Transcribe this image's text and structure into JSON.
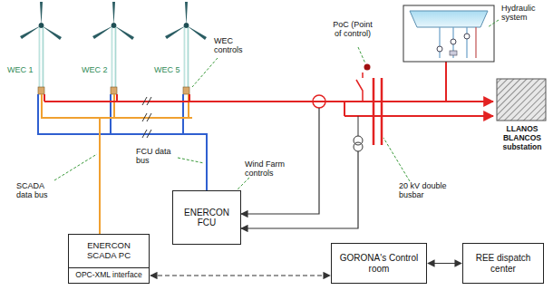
{
  "diagram": {
    "nodes": [
      {
        "text": [
          "ENERCON SCADA PC"
        ]
      },
      {
        "text": [
          "OPC-XML interface"
        ]
      },
      {
        "text": [
          "ENERCON FCU"
        ]
      },
      {
        "text": [
          "GORONA's Control room"
        ]
      },
      {
        "text": [
          "REE dispatch center"
        ]
      },
      {
        "text": [
          "LLANOS BLANCOS substation"
        ]
      }
    ],
    "edges": [
      {
        "from": 1,
        "to": 3,
        "arrow": "both"
      },
      {
        "from": 3,
        "to": 4,
        "arrow": "both"
      }
    ],
    "labels": [
      "WEC 1",
      "WEC 2",
      "WEC 5",
      "WEC controls",
      "PoC (Point of control)",
      "Hydraulic system",
      "SCADA data bus",
      "FCU data bus",
      "Wind Farm controls",
      "20 kV double busbar"
    ]
  }
}
